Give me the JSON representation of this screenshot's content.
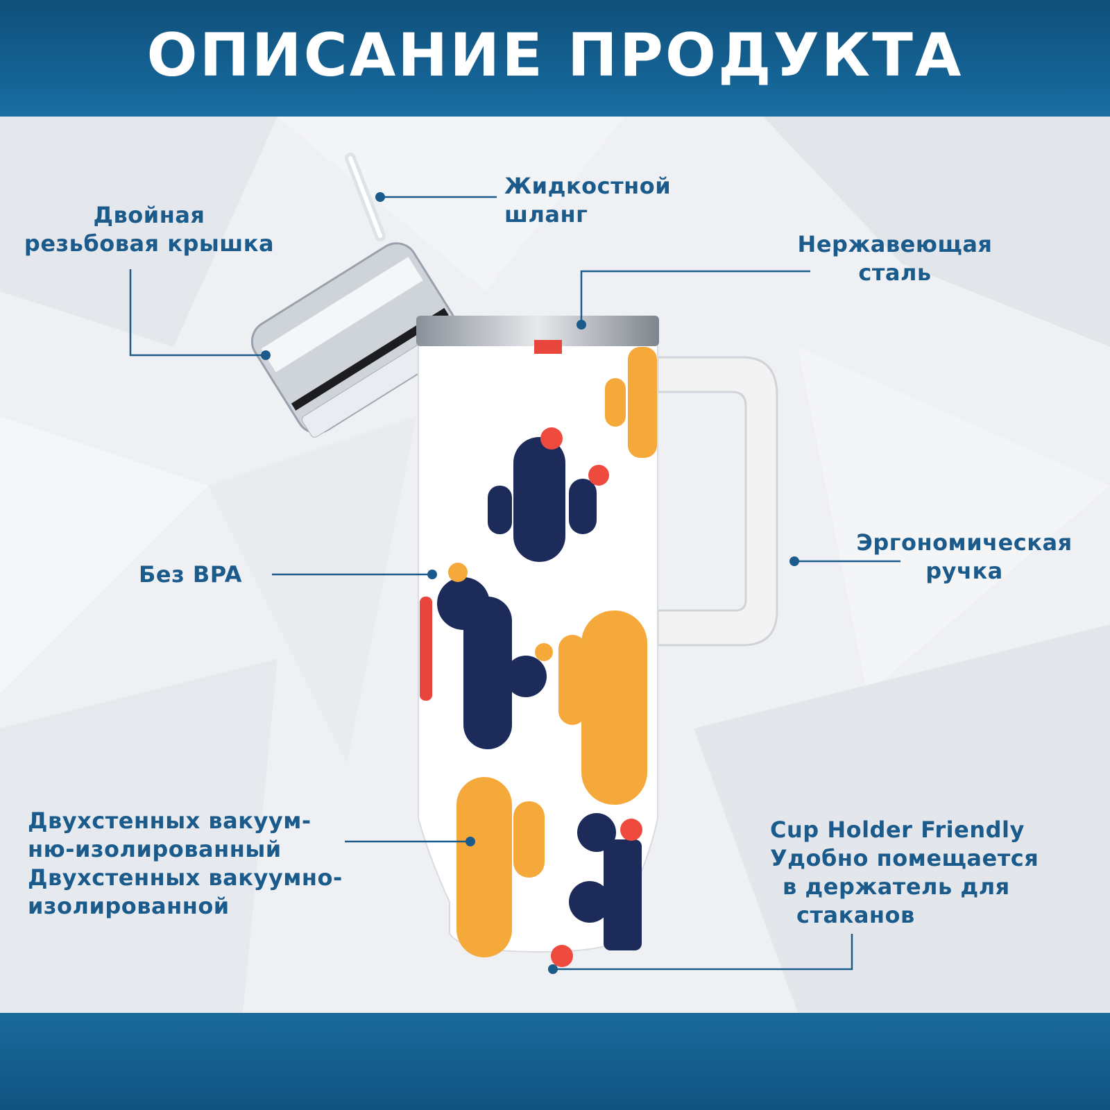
{
  "header": {
    "title": "ОПИСАНИЕ ПРОДУКТА"
  },
  "colors": {
    "brand_blue": "#16679a",
    "label_blue": "#1b5b8c"
  },
  "callouts": {
    "lid": [
      "Двойная",
      "резьбовая крышка"
    ],
    "straw": [
      "Жидкостной",
      "шланг"
    ],
    "steel": [
      "Нержавеющая",
      "сталь"
    ],
    "bpa": [
      "Без BPA"
    ],
    "handle": [
      "Эргономическая",
      "ручка"
    ],
    "insulation": [
      "Двухстенных вакуум-",
      "ню-изолированный",
      "Двухстенных вакуумно-",
      "изолированной"
    ],
    "cup_holder": [
      "Cup Holder Friendly",
      "Удобно помещается",
      "в держатель для",
      "стаканов"
    ]
  }
}
